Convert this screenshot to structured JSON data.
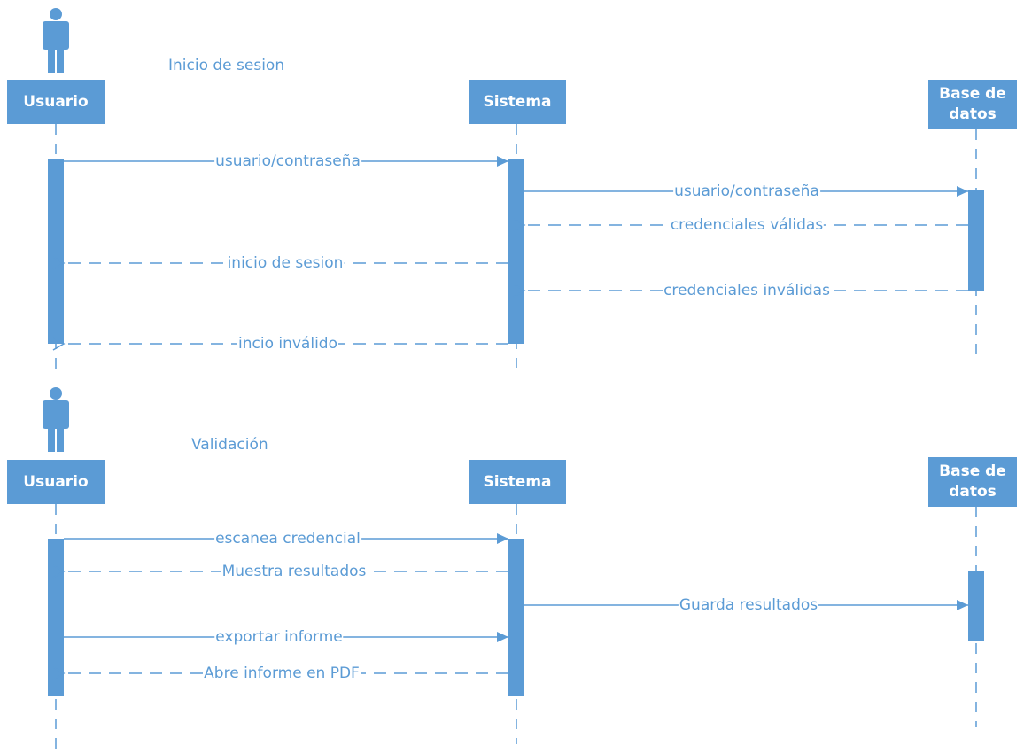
{
  "diagrams": [
    {
      "title": "Inicio de sesion",
      "participants": [
        {
          "id": "usuario",
          "label": "Usuario"
        },
        {
          "id": "sistema",
          "label": "Sistema"
        },
        {
          "id": "db",
          "label": "Base de datos"
        }
      ],
      "messages": [
        {
          "from": "usuario",
          "to": "sistema",
          "label": "usuario/contraseña",
          "style": "solid"
        },
        {
          "from": "sistema",
          "to": "db",
          "label": "usuario/contraseña",
          "style": "solid"
        },
        {
          "from": "db",
          "to": "sistema",
          "label": "credenciales válidas",
          "style": "dashed"
        },
        {
          "from": "sistema",
          "to": "usuario",
          "label": "inicio de sesion",
          "style": "dashed"
        },
        {
          "from": "db",
          "to": "sistema",
          "label": "credenciales inválidas",
          "style": "dashed"
        },
        {
          "from": "sistema",
          "to": "usuario",
          "label": "incio inválido",
          "style": "dashed"
        }
      ]
    },
    {
      "title": "Validación",
      "participants": [
        {
          "id": "usuario",
          "label": "Usuario"
        },
        {
          "id": "sistema",
          "label": "Sistema"
        },
        {
          "id": "db",
          "label": "Base de datos"
        }
      ],
      "messages": [
        {
          "from": "usuario",
          "to": "sistema",
          "label": "escanea credencial",
          "style": "solid"
        },
        {
          "from": "sistema",
          "to": "usuario",
          "label": "Muestra resultados",
          "style": "dashed"
        },
        {
          "from": "sistema",
          "to": "db",
          "label": "Guarda resultados",
          "style": "solid"
        },
        {
          "from": "usuario",
          "to": "sistema",
          "label": "exportar informe",
          "style": "solid"
        },
        {
          "from": "sistema",
          "to": "usuario",
          "label": "Abre informe en PDF",
          "style": "dashed"
        }
      ]
    }
  ],
  "colors": {
    "primary": "#5b9bd5",
    "background": "#ffffff",
    "text_on_primary": "#ffffff"
  },
  "icons": [
    "actor-icon"
  ]
}
